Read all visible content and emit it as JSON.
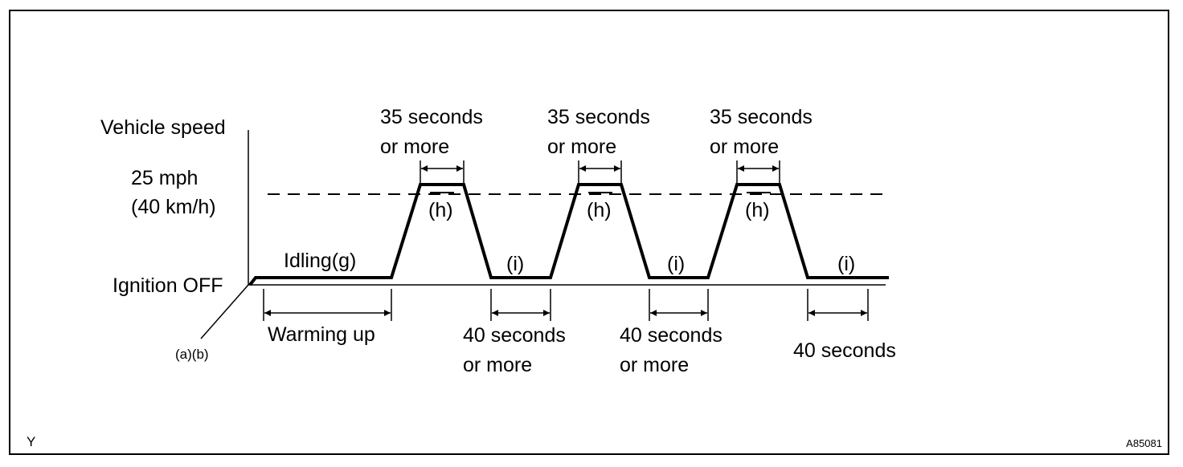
{
  "labels": {
    "y_axis": "Vehicle speed",
    "speed_line1": "25 mph",
    "speed_line2": "(40 km/h)",
    "ignition": "Ignition OFF",
    "idling": "Idling(g)",
    "ab": "(a)(b)",
    "warming": "Warming up",
    "h": "(h)",
    "i": "(i)",
    "sec35_line1": "35 seconds",
    "sec35_line2": "or more",
    "sec40_line1": "40 seconds",
    "sec40_line2": "or more",
    "sec40_final": "40 seconds",
    "corner_left": "Y",
    "corner_right": "A85081"
  }
}
